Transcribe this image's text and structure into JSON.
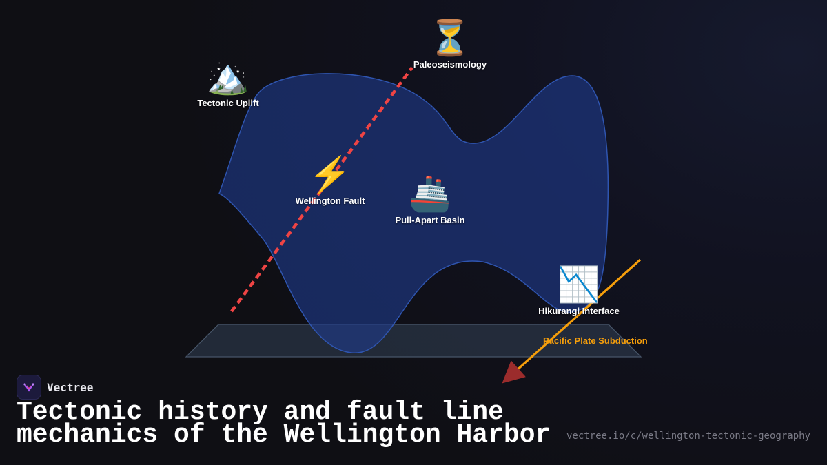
{
  "colors": {
    "background": "#0f0f14",
    "harbor_fill": "#1e3a8a",
    "platform_fill": "#334155",
    "fault_line": "#ef4444",
    "subduction_arrow": "#f59e0b",
    "label": "#ffffff",
    "subduction_label": "#f59e0b"
  },
  "nodes": {
    "paleoseismology": {
      "icon": "⏳",
      "icon_name": "hourglass-icon",
      "label": "Paleoseismology"
    },
    "tectonic_uplift": {
      "icon": "🏔️",
      "icon_name": "snow-mountain-icon",
      "label": "Tectonic Uplift"
    },
    "wellington_fault": {
      "icon": "⚡",
      "icon_name": "lightning-icon",
      "label": "Wellington Fault"
    },
    "pull_apart_basin": {
      "icon": "🚢",
      "icon_name": "ship-icon",
      "label": "Pull-Apart Basin"
    },
    "hikurangi_interface": {
      "icon": "📉",
      "icon_name": "chart-decreasing-icon",
      "label": "Hikurangi Interface"
    }
  },
  "subduction": {
    "label": "Pacific Plate Subduction"
  },
  "brand": {
    "name": "Vectree",
    "icon_name": "vectree-logo-icon"
  },
  "title": "Tectonic history and fault line mechanics of the Wellington Harbor",
  "url": "vectree.io/c/wellington-tectonic-geography"
}
